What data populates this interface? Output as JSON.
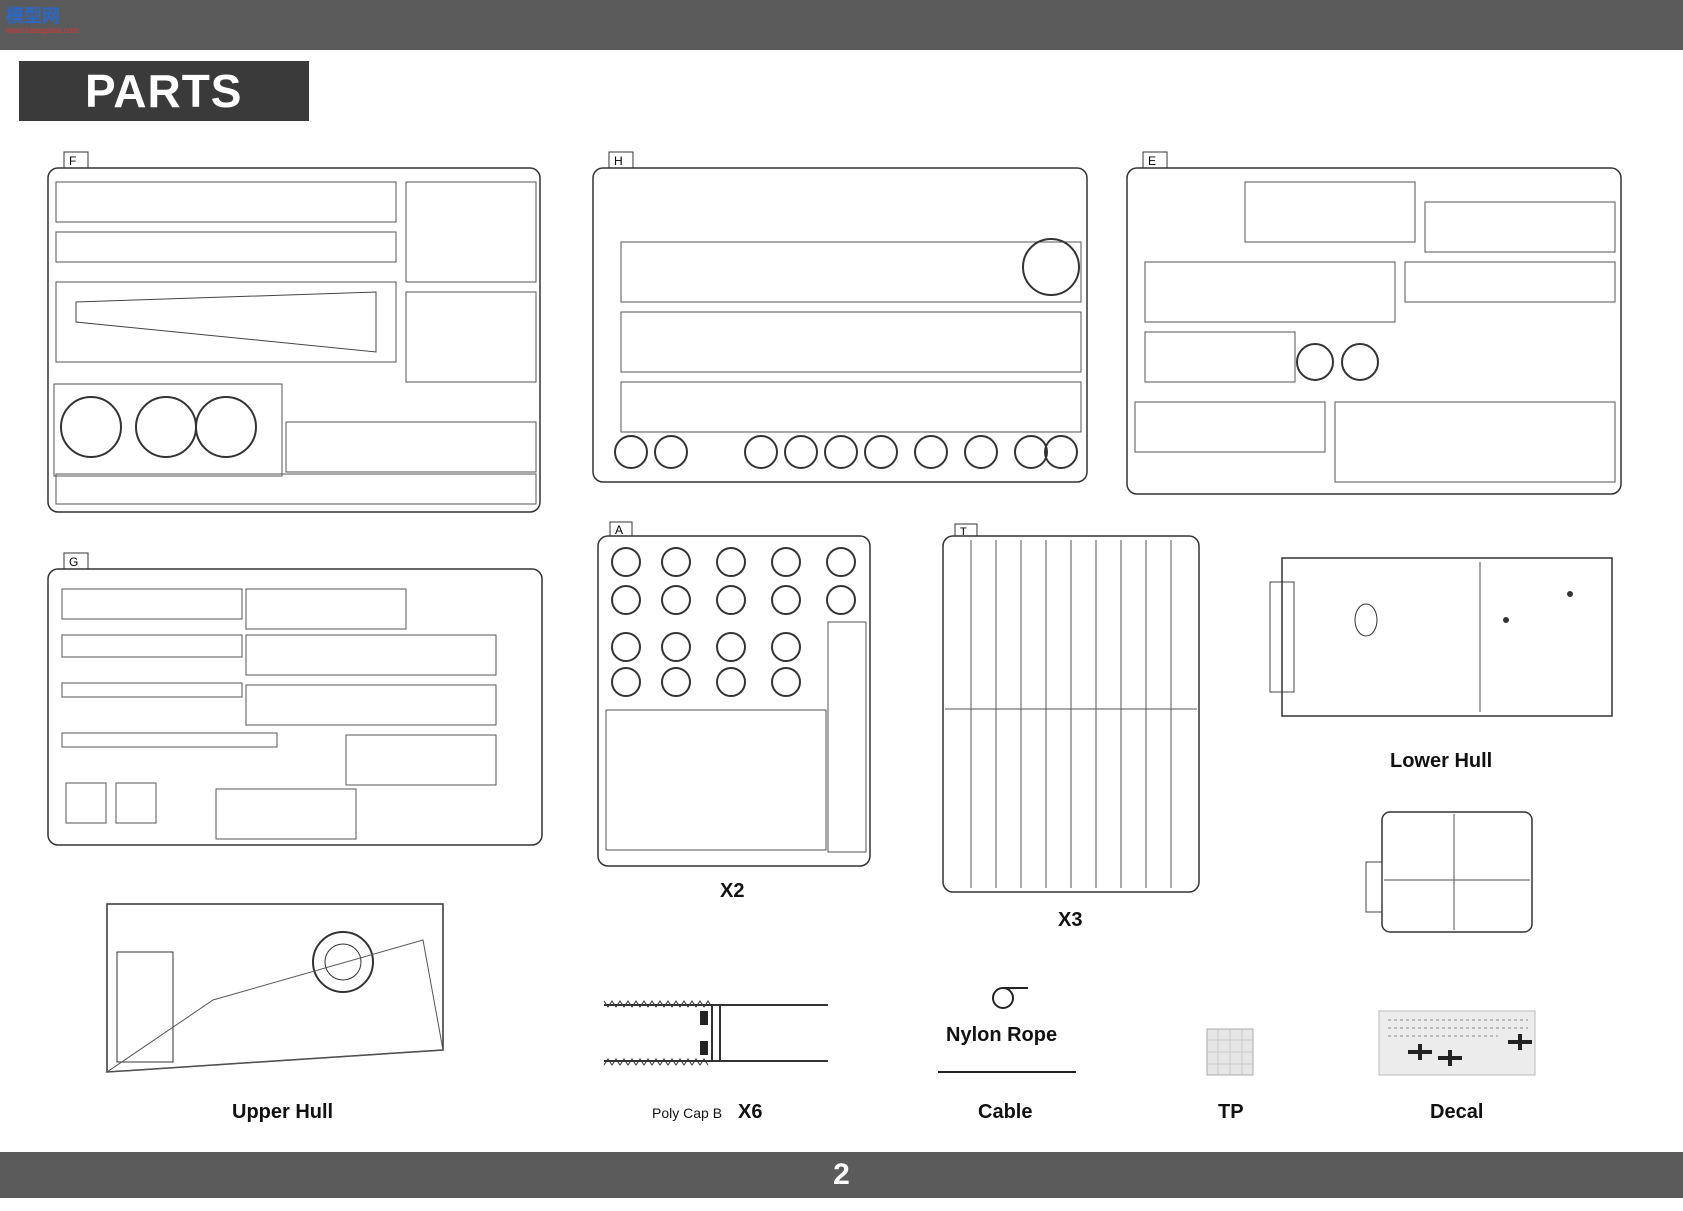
{
  "header": {
    "title": "PARTS"
  },
  "watermark": {
    "title": "模型网",
    "url": "www.hasegawa.com"
  },
  "footer": {
    "page_number": "2"
  },
  "sprues": [
    {
      "letter": "F"
    },
    {
      "letter": "H"
    },
    {
      "letter": "E"
    },
    {
      "letter": "G"
    },
    {
      "letter": "A",
      "multiplier": "X2"
    },
    {
      "letter": "T",
      "multiplier": "X3"
    }
  ],
  "parts": {
    "lower_hull": "Lower Hull",
    "upper_hull": "Upper Hull",
    "poly_cap": "Poly Cap B",
    "poly_cap_multiplier": "X6",
    "nylon_rope": "Nylon Rope",
    "cable": "Cable",
    "tp": "TP",
    "decal": "Decal"
  },
  "colors": {
    "band": "#5b5b5b",
    "banner": "#3a3a3a",
    "line": "#333333"
  }
}
